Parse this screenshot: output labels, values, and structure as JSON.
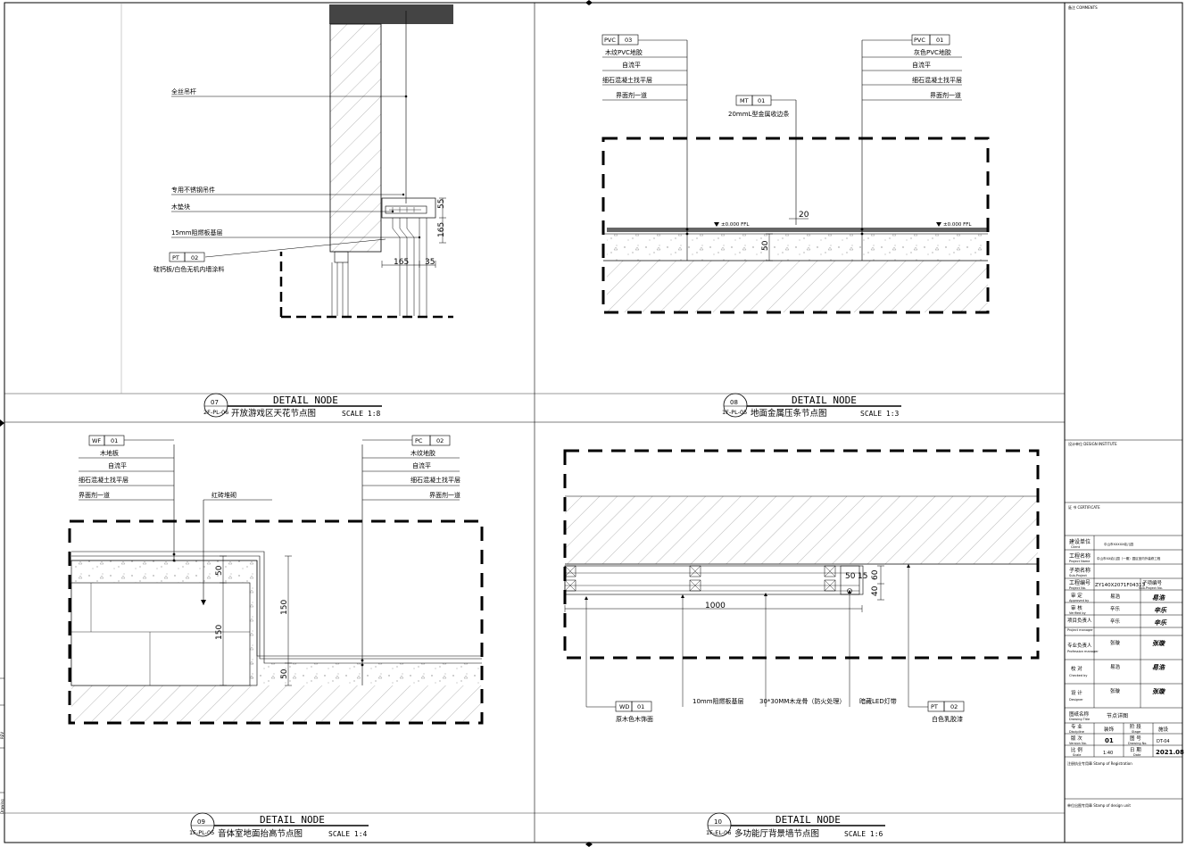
{
  "panels": {
    "p07": {
      "num": "07",
      "ref": "2F-PL-06",
      "heading": "DETAIL NODE",
      "title": "开放游戏区天花节点图",
      "scale": "SCALE 1:8",
      "labels": [
        "全丝吊杆",
        "专用不锈钢吊件",
        "木垫块",
        "15mm阻燃板基层",
        "硅钙板/白色无机内墙涂料"
      ],
      "tag": {
        "code": "PT",
        "num": "02"
      },
      "dims": [
        "55",
        "165",
        "165",
        "35"
      ]
    },
    "p08": {
      "num": "08",
      "ref": "1F-PL-05",
      "heading": "DETAIL NODE",
      "title": "地面金属压条节点图",
      "scale": "SCALE 1:3",
      "left_tag": {
        "code": "PVC",
        "num": "03"
      },
      "left_labels": [
        "木纹PVC地胶",
        "自流平",
        "细石混凝土找平层",
        "界面剂一道"
      ],
      "right_tag": {
        "code": "PVC",
        "num": "01"
      },
      "right_labels": [
        "灰色PVC地胶",
        "自流平",
        "细石混凝土找平层",
        "界面剂一道"
      ],
      "mid_tag": {
        "code": "MT",
        "num": "01"
      },
      "mid_label": "20mmL型金属收边条",
      "levels": [
        "±0.000 FFL",
        "±0.000 FFL"
      ],
      "dims": [
        "20",
        "50"
      ]
    },
    "p09": {
      "num": "09",
      "ref": "1F-PL-05",
      "heading": "DETAIL NODE",
      "title": "音体室地面抬高节点图",
      "scale": "SCALE 1:4",
      "left_tag": {
        "code": "WF",
        "num": "01"
      },
      "left_labels": [
        "木地板",
        "自流平",
        "细石混凝土找平层",
        "界面剂一道"
      ],
      "right_tag": {
        "code": "PC",
        "num": "02"
      },
      "right_labels": [
        "木纹地胶",
        "自流平",
        "细石混凝土找平层",
        "界面剂一道"
      ],
      "mid_label": "红砖堆砌",
      "dims": [
        "50",
        "150",
        "150",
        "50"
      ]
    },
    "p10": {
      "num": "10",
      "ref": "1F-EL-06",
      "heading": "DETAIL NODE",
      "title": "多功能厅背景墙节点图",
      "scale": "SCALE 1:6",
      "tag_a": {
        "code": "WD",
        "num": "01"
      },
      "label_a": "原木色木饰面",
      "labels_mid": [
        "10mm阻燃板基层",
        "30*30MM木龙骨（防火处理）",
        "暗藏LED灯带"
      ],
      "tag_b": {
        "code": "PT",
        "num": "02"
      },
      "label_b": "白色乳胶漆",
      "dims": [
        "50",
        "15",
        "60",
        "40",
        "1000"
      ]
    }
  },
  "title_block": {
    "comments_label": "备注\nCOMMENTS",
    "design_unit_label": "设计单位\nDESIGN\nINSTITUTE",
    "certificate_label": "证 书\nCERTIFICATE",
    "rows": [
      {
        "cn": "建设单位",
        "en": "Client",
        "value": "中山市XXXXX幼儿园"
      },
      {
        "cn": "工程名称",
        "en": "Project Name",
        "value": "中山市XX幼儿园（一期）园区室内外装修工程"
      },
      {
        "cn": "子项名称",
        "en": "Sub-Project",
        "value": ""
      },
      {
        "cn": "工程编号",
        "en": "Project No.",
        "value": "ZY140X2071F04313",
        "extra_cn": "子项编号",
        "extra_en": "Sub-Project No."
      },
      {
        "cn": "审 定",
        "en": "Approved by",
        "value": "易浩"
      },
      {
        "cn": "审 核",
        "en": "Verified by",
        "value": "辛乐"
      },
      {
        "cn": "项目负责人",
        "en": "Project manager",
        "value": "辛乐"
      },
      {
        "cn": "专业负责人",
        "en": "Profession manager",
        "value": "张璇"
      },
      {
        "cn": "校 对",
        "en": "Checked by",
        "value": "易浩"
      },
      {
        "cn": "设 计",
        "en": "Designer",
        "value": "张璇"
      }
    ],
    "drawing_title_cn": "图纸名称",
    "drawing_title_en": "Drawing Title",
    "drawing_title": "节点详图",
    "grid": [
      {
        "cn": "专 业",
        "en": "Discipline",
        "value": "装饰",
        "cn2": "阶 段",
        "en2": "Stage",
        "value2": "施设"
      },
      {
        "cn": "版 次",
        "en": "Version No.",
        "value": "01",
        "cn2": "图 号",
        "en2": "Drawing No.",
        "value2": "DT-04"
      },
      {
        "cn": "比 例",
        "en": "Scale",
        "value": "1:40",
        "cn2": "日 期",
        "en2": "Date",
        "value2": "2021.08"
      }
    ],
    "stamp_reg": "注册执业专用章 Stamp of Registration",
    "stamp_unit": "单位出图专用章 Stamp of design unit"
  },
  "left_margin": {
    "labels": [
      "REV",
      "Drawing"
    ]
  },
  "signatures": [
    "易浩",
    "辛乐",
    "辛乐",
    "张璇",
    "易浩",
    "张璇"
  ]
}
